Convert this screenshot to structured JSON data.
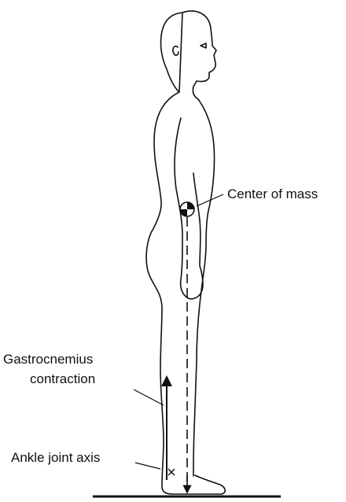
{
  "labels": {
    "center_of_mass": "Center of mass",
    "gastrocnemius_line1": "Gastrocnemius",
    "gastrocnemius_line2": "contraction",
    "ankle_joint_axis": "Ankle joint axis"
  },
  "colors": {
    "line": "#111111",
    "background": "#ffffff"
  },
  "icons": {
    "center_of_mass_marker": "center-of-mass-symbol",
    "force_arrows": "arrow-up, arrow-down"
  }
}
